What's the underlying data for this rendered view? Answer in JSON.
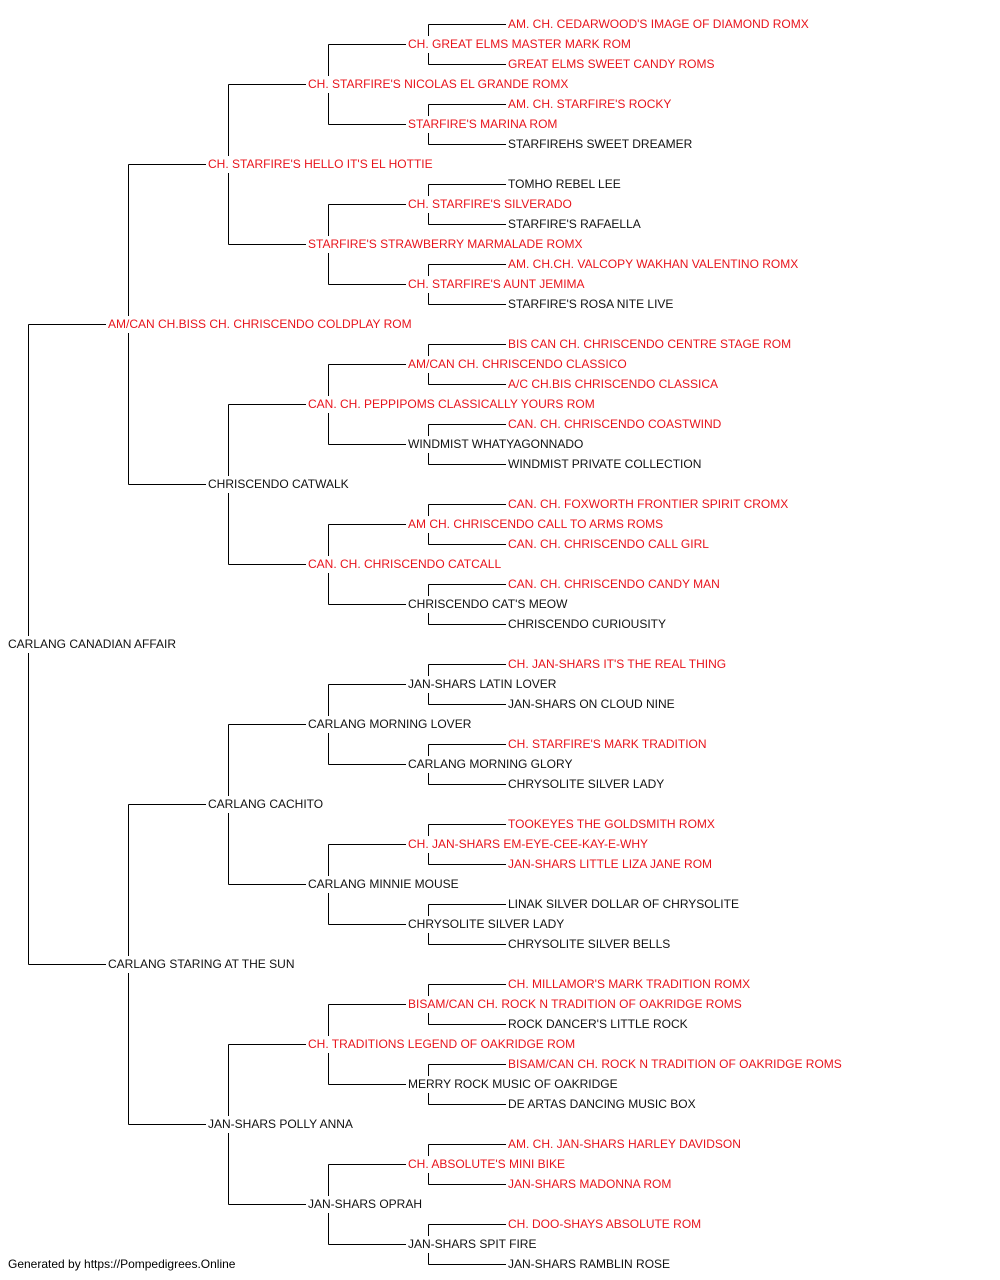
{
  "colors": {
    "champion": "#e8141c",
    "regular": "#111111",
    "line": "#000000"
  },
  "pedigree": {
    "subject": {
      "name": "CARLANG CANADIAN AFFAIR",
      "champion": false
    },
    "sire": {
      "name": "AM/CAN CH.BISS CH. CHRISCENDO COLDPLAY ROM",
      "champion": true
    },
    "dam": {
      "name": "CARLANG STARING AT THE SUN",
      "champion": false
    },
    "grandparents": [
      {
        "name": "CH. STARFIRE'S HELLO IT'S EL HOTTIE",
        "champion": true
      },
      {
        "name": "CHRISCENDO CATWALK",
        "champion": false
      },
      {
        "name": "CARLANG CACHITO",
        "champion": false
      },
      {
        "name": "JAN-SHARS POLLY ANNA",
        "champion": false
      }
    ],
    "great_grandparents": [
      {
        "name": "CH. STARFIRE'S NICOLAS EL GRANDE ROMX",
        "champion": true
      },
      {
        "name": "STARFIRE'S STRAWBERRY MARMALADE ROMX",
        "champion": true
      },
      {
        "name": "CAN. CH. PEPPIPOMS CLASSICALLY YOURS ROM",
        "champion": true
      },
      {
        "name": "CAN. CH. CHRISCENDO CATCALL",
        "champion": true
      },
      {
        "name": "CARLANG MORNING LOVER",
        "champion": false
      },
      {
        "name": "CARLANG MINNIE MOUSE",
        "champion": false
      },
      {
        "name": "CH. TRADITIONS LEGEND OF OAKRIDGE ROM",
        "champion": true
      },
      {
        "name": "JAN-SHARS OPRAH",
        "champion": false
      }
    ],
    "generation_4": [
      {
        "name": "CH. GREAT ELMS MASTER MARK ROM",
        "champion": true
      },
      {
        "name": "STARFIRE'S MARINA ROM",
        "champion": true
      },
      {
        "name": "CH. STARFIRE'S SILVERADO",
        "champion": true
      },
      {
        "name": "CH. STARFIRE'S AUNT JEMIMA",
        "champion": true
      },
      {
        "name": "AM/CAN CH. CHRISCENDO CLASSICO",
        "champion": true
      },
      {
        "name": "WINDMIST WHATYAGONNADO",
        "champion": false
      },
      {
        "name": "AM CH. CHRISCENDO CALL TO ARMS ROMS",
        "champion": true
      },
      {
        "name": "CHRISCENDO CAT'S MEOW",
        "champion": false
      },
      {
        "name": "JAN-SHARS LATIN LOVER",
        "champion": false
      },
      {
        "name": "CARLANG MORNING GLORY",
        "champion": false
      },
      {
        "name": "CH. JAN-SHARS EM-EYE-CEE-KAY-E-WHY",
        "champion": true
      },
      {
        "name": "CHRYSOLITE SILVER LADY",
        "champion": false
      },
      {
        "name": "BISAM/CAN CH. ROCK N TRADITION OF OAKRIDGE ROMS",
        "champion": true
      },
      {
        "name": "MERRY ROCK MUSIC OF OAKRIDGE",
        "champion": false
      },
      {
        "name": "CH. ABSOLUTE'S MINI BIKE",
        "champion": true
      },
      {
        "name": "JAN-SHARS SPIT FIRE",
        "champion": false
      }
    ],
    "generation_5": [
      {
        "name": "AM. CH. CEDARWOOD'S IMAGE OF DIAMOND ROMX",
        "champion": true
      },
      {
        "name": "GREAT ELMS SWEET CANDY ROMS",
        "champion": true
      },
      {
        "name": "AM. CH. STARFIRE'S ROCKY",
        "champion": true
      },
      {
        "name": "STARFIREHS SWEET DREAMER",
        "champion": false
      },
      {
        "name": "TOMHO REBEL LEE",
        "champion": false
      },
      {
        "name": "STARFIRE'S RAFAELLA",
        "champion": false
      },
      {
        "name": "AM. CH.CH. VALCOPY WAKHAN VALENTINO ROMX",
        "champion": true
      },
      {
        "name": "STARFIRE'S ROSA NITE LIVE",
        "champion": false
      },
      {
        "name": "BIS CAN CH. CHRISCENDO CENTRE STAGE ROM",
        "champion": true
      },
      {
        "name": "A/C CH.BIS CHRISCENDO CLASSICA",
        "champion": true
      },
      {
        "name": "CAN. CH. CHRISCENDO COASTWIND",
        "champion": true
      },
      {
        "name": "WINDMIST PRIVATE COLLECTION",
        "champion": false
      },
      {
        "name": "CAN. CH. FOXWORTH FRONTIER SPIRIT CROMX",
        "champion": true
      },
      {
        "name": "CAN. CH. CHRISCENDO CALL GIRL",
        "champion": true
      },
      {
        "name": "CAN. CH. CHRISCENDO CANDY MAN",
        "champion": true
      },
      {
        "name": "CHRISCENDO CURIOUSITY",
        "champion": false
      },
      {
        "name": "CH. JAN-SHARS IT'S THE REAL THING",
        "champion": true
      },
      {
        "name": "JAN-SHARS ON CLOUD NINE",
        "champion": false
      },
      {
        "name": "CH. STARFIRE'S MARK TRADITION",
        "champion": true
      },
      {
        "name": "CHRYSOLITE SILVER LADY",
        "champion": false
      },
      {
        "name": "TOOKEYES THE GOLDSMITH ROMX",
        "champion": true
      },
      {
        "name": "JAN-SHARS LITTLE LIZA JANE ROM",
        "champion": true
      },
      {
        "name": "LINAK SILVER DOLLAR OF CHRYSOLITE",
        "champion": false
      },
      {
        "name": "CHRYSOLITE SILVER BELLS",
        "champion": false
      },
      {
        "name": "CH. MILLAMOR'S MARK TRADITION ROMX",
        "champion": true
      },
      {
        "name": "ROCK DANCER'S LITTLE ROCK",
        "champion": false
      },
      {
        "name": "BISAM/CAN CH. ROCK N TRADITION OF OAKRIDGE ROMS",
        "champion": true
      },
      {
        "name": "DE ARTAS DANCING MUSIC BOX",
        "champion": false
      },
      {
        "name": "AM. CH. JAN-SHARS HARLEY DAVIDSON",
        "champion": true
      },
      {
        "name": "JAN-SHARS MADONNA ROM",
        "champion": true
      },
      {
        "name": "CH. DOO-SHAYS ABSOLUTE ROM",
        "champion": true
      },
      {
        "name": "JAN-SHARS RAMBLIN ROSE",
        "champion": false
      }
    ]
  },
  "footer": {
    "text": "Generated by https://Pompedigrees.Online"
  }
}
